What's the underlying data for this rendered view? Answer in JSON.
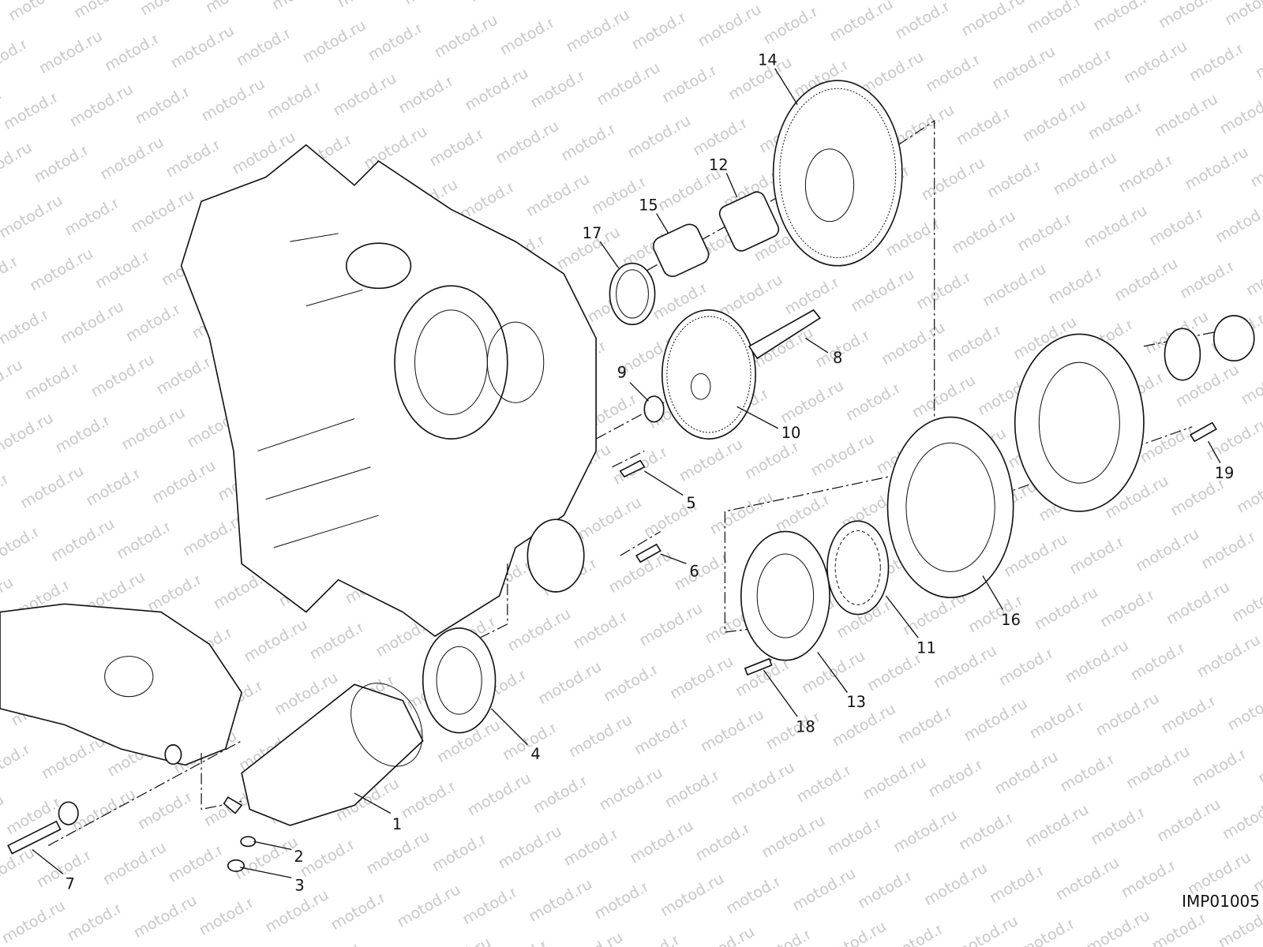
{
  "watermark": "motod.ru",
  "drawing_code": "IMP01005",
  "callouts": [
    "1",
    "2",
    "3",
    "4",
    "5",
    "6",
    "7",
    "8",
    "9",
    "10",
    "11",
    "12",
    "13",
    "14",
    "15",
    "16",
    "17",
    "18",
    "19"
  ]
}
